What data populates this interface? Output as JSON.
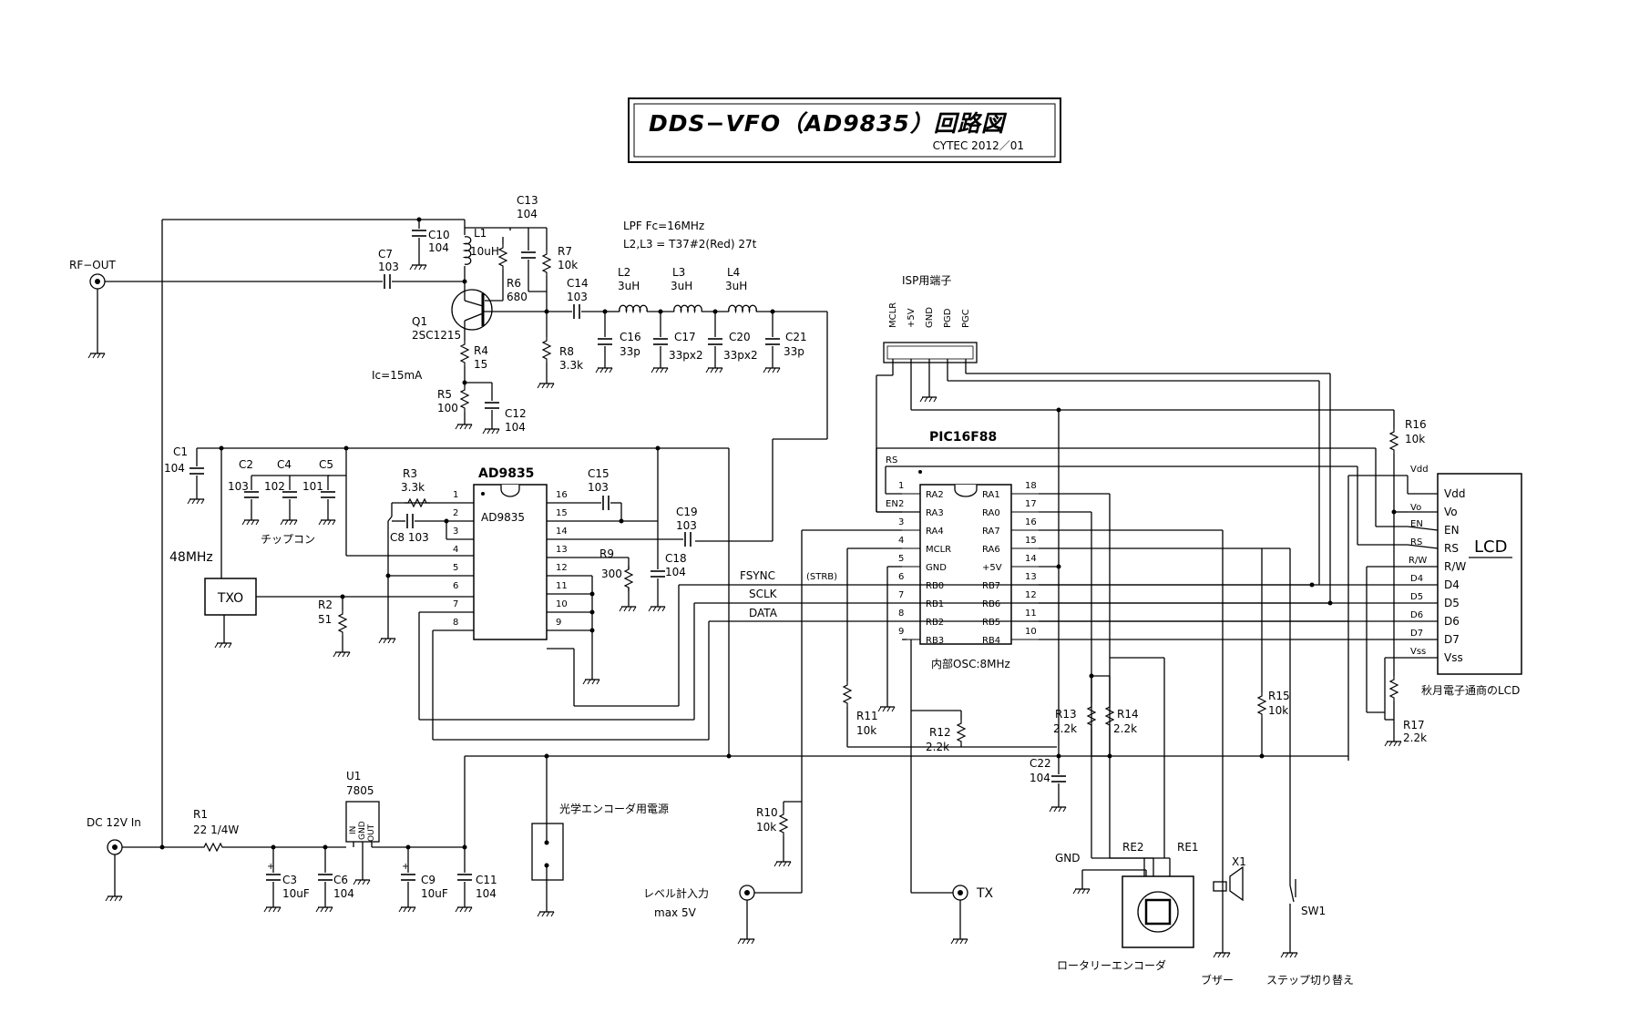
{
  "title": {
    "main": "DDS−VFO（AD9835）回路図",
    "credit": "CYTEC 2012／01"
  },
  "connectors": {
    "rf_out": "RF−OUT",
    "dc_in": "DC 12V In",
    "level_in": "レベル計入力",
    "level_max": "max 5V",
    "tx": "TX",
    "optical_power": "光学エンコーダ用電源",
    "isp": "ISP用端子",
    "isp_pins": [
      "MCLR",
      "+5V",
      "GND",
      "PGD",
      "PGC"
    ]
  },
  "notes": {
    "lpf1": "LPF Fc=16MHz",
    "lpf2": "L2,L3 = T37#2(Red) 27t",
    "ic": "Ic=15mA",
    "chip": "チップコン",
    "osc48": "48MHz",
    "internal_osc": "内部OSC:8MHz",
    "lcd_source": "秋月電子通商のLCD",
    "rotary": "ロータリーエンコーダ",
    "buzzer": "ブザー",
    "step": "ステップ切り替え"
  },
  "parts": {
    "c10": [
      "C10",
      "104"
    ],
    "l1": [
      "L1",
      "10uH"
    ],
    "c13": [
      "C13",
      "104"
    ],
    "c7": [
      "C7",
      "103"
    ],
    "r7": [
      "R7",
      "10k"
    ],
    "r6": [
      "R6",
      "680"
    ],
    "c14": [
      "C14",
      "103"
    ],
    "q1": [
      "Q1",
      "2SC1215"
    ],
    "r4": [
      "R4",
      "15"
    ],
    "r8": [
      "R8",
      "3.3k"
    ],
    "r5": [
      "R5",
      "100"
    ],
    "c12": [
      "C12",
      "104"
    ],
    "l2": [
      "L2",
      "3uH"
    ],
    "l3": [
      "L3",
      "3uH"
    ],
    "l4": [
      "L4",
      "3uH"
    ],
    "c16": [
      "C16",
      "33p"
    ],
    "c17": [
      "C17",
      "33px2"
    ],
    "c20": [
      "C20",
      "33px2"
    ],
    "c21": [
      "C21",
      "33p"
    ],
    "c1": [
      "C1",
      "104"
    ],
    "c2": [
      "C2",
      "103"
    ],
    "c4": [
      "C4",
      "102"
    ],
    "c5": [
      "C5",
      "101"
    ],
    "r3": [
      "R3",
      "3.3k"
    ],
    "c8": [
      "C8",
      "103"
    ],
    "c15": [
      "C15",
      "103"
    ],
    "c19": [
      "C19",
      "103"
    ],
    "r9": [
      "R9",
      "300"
    ],
    "c18": [
      "C18",
      "104"
    ],
    "txo": "TXO",
    "r2": [
      "R2",
      "51"
    ],
    "r16": [
      "R16",
      "10k"
    ],
    "r17": [
      "R17",
      "2.2k"
    ],
    "r11": [
      "R11",
      "10k"
    ],
    "r12": [
      "R12",
      "2.2k"
    ],
    "r13": [
      "R13",
      "2.2k"
    ],
    "r14": [
      "R14",
      "2.2k"
    ],
    "r15": [
      "R15",
      "10k"
    ],
    "c22": [
      "C22",
      "104"
    ],
    "r10": [
      "R10",
      "10k"
    ],
    "r1": [
      "R1",
      "22 1/4W"
    ],
    "u1": [
      "U1",
      "7805"
    ],
    "u1_pins": [
      "IN",
      "GND",
      "OUT"
    ],
    "c3": [
      "C3",
      "10uF"
    ],
    "c6": [
      "C6",
      "104"
    ],
    "c9": [
      "C9",
      "10uF"
    ],
    "c11": [
      "C11",
      "104"
    ],
    "x1": "X1",
    "sw1": "SW1",
    "gnd": "GND",
    "re1": "RE1",
    "re2": "RE2"
  },
  "ad9835": {
    "name": "AD9835",
    "pins_left": [
      "1",
      "2",
      "3",
      "4",
      "5",
      "6",
      "7",
      "8"
    ],
    "pins_right": [
      "16",
      "15",
      "14",
      "13",
      "12",
      "11",
      "10",
      "9"
    ]
  },
  "pic": {
    "name": "PIC16F88",
    "left_nums": [
      "1",
      "2",
      "3",
      "4",
      "5",
      "6",
      "7",
      "8",
      "9"
    ],
    "left_names": [
      "RA2",
      "RA3",
      "RA4",
      "MCLR",
      "GND",
      "RB0",
      "RB1",
      "RB2",
      "RB3"
    ],
    "right_nums": [
      "18",
      "17",
      "16",
      "15",
      "14",
      "13",
      "12",
      "11",
      "10"
    ],
    "right_names": [
      "RA1",
      "RA0",
      "RA7",
      "RA6",
      "+5V",
      "RB7",
      "RB6",
      "RB5",
      "RB4"
    ]
  },
  "buses": {
    "fsync": "FSYNC",
    "strb": "(STRB)",
    "sclk": "SCLK",
    "data": "DATA"
  },
  "pic_wire_labels": {
    "rs": "RS",
    "en": "EN",
    "vdd": "Vdd",
    "vss": "Vss"
  },
  "lcd": {
    "title": "LCD",
    "pins": [
      "Vdd",
      "Vo",
      "EN",
      "RS",
      "R/W",
      "D4",
      "D5",
      "D6",
      "D7",
      "Vss"
    ],
    "wire_labels": [
      "Vo",
      "EN",
      "RS",
      "R/W",
      "D4",
      "D5",
      "D6",
      "D7"
    ]
  }
}
